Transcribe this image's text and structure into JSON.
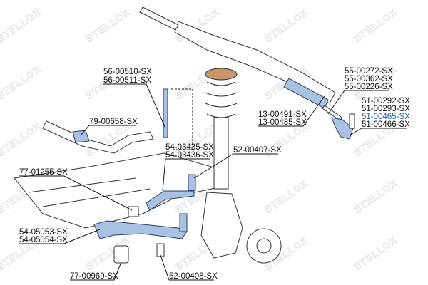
{
  "watermark": "STELLOX",
  "colors": {
    "part_highlight": "#a9c1e3",
    "label_highlight": "#1f5fa8",
    "label": "#111111"
  },
  "labels": {
    "link": [
      "56-00510-SX",
      "56-00511-SX"
    ],
    "stabilizer_bushing": [
      "79-00658-SX"
    ],
    "rack_boot": [
      "55-00272-SX",
      "55-00362-SX",
      "55-00226-SX"
    ],
    "tie_rod_end": [
      "51-00292-SX",
      "51-00293-SX",
      "51-00465-SX",
      "51-00466-SX"
    ],
    "inner_tie_rod": [
      "13-00491-SX",
      "13-00485-SX"
    ],
    "upper_arm": [
      "54-03435-SX",
      "54-03436-SX"
    ],
    "ball_joint_upper": [
      "52-00407-SX"
    ],
    "arm_bushing": [
      "77-01255-SX"
    ],
    "lower_arm": [
      "54-05053-SX",
      "54-05054-SX"
    ],
    "lower_bushing": [
      "77-00969-SX"
    ],
    "ball_joint_lower": [
      "52-00408-SX"
    ]
  }
}
